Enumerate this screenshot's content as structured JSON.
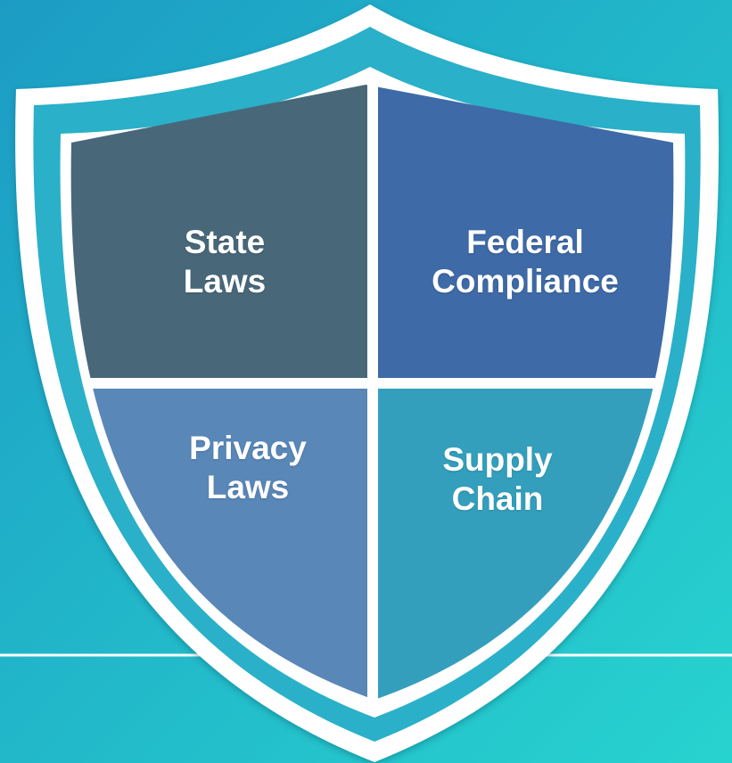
{
  "colors": {
    "background_start": "#1c9cc4",
    "background_end": "#27d3cf",
    "shield_rim": "#ffffff",
    "state_laws": "#48687a",
    "federal_compliance": "#3e6aa7",
    "privacy_laws": "#5987b8",
    "supply_chain": "#339fbc"
  },
  "shield": {
    "quadrants": [
      {
        "id": "state-laws",
        "lines": [
          "State",
          "Laws"
        ]
      },
      {
        "id": "federal-compliance",
        "lines": [
          "Federal",
          "Compliance"
        ]
      },
      {
        "id": "privacy-laws",
        "lines": [
          "Privacy",
          "Laws"
        ]
      },
      {
        "id": "supply-chain",
        "lines": [
          "Supply",
          "Chain"
        ]
      }
    ]
  }
}
